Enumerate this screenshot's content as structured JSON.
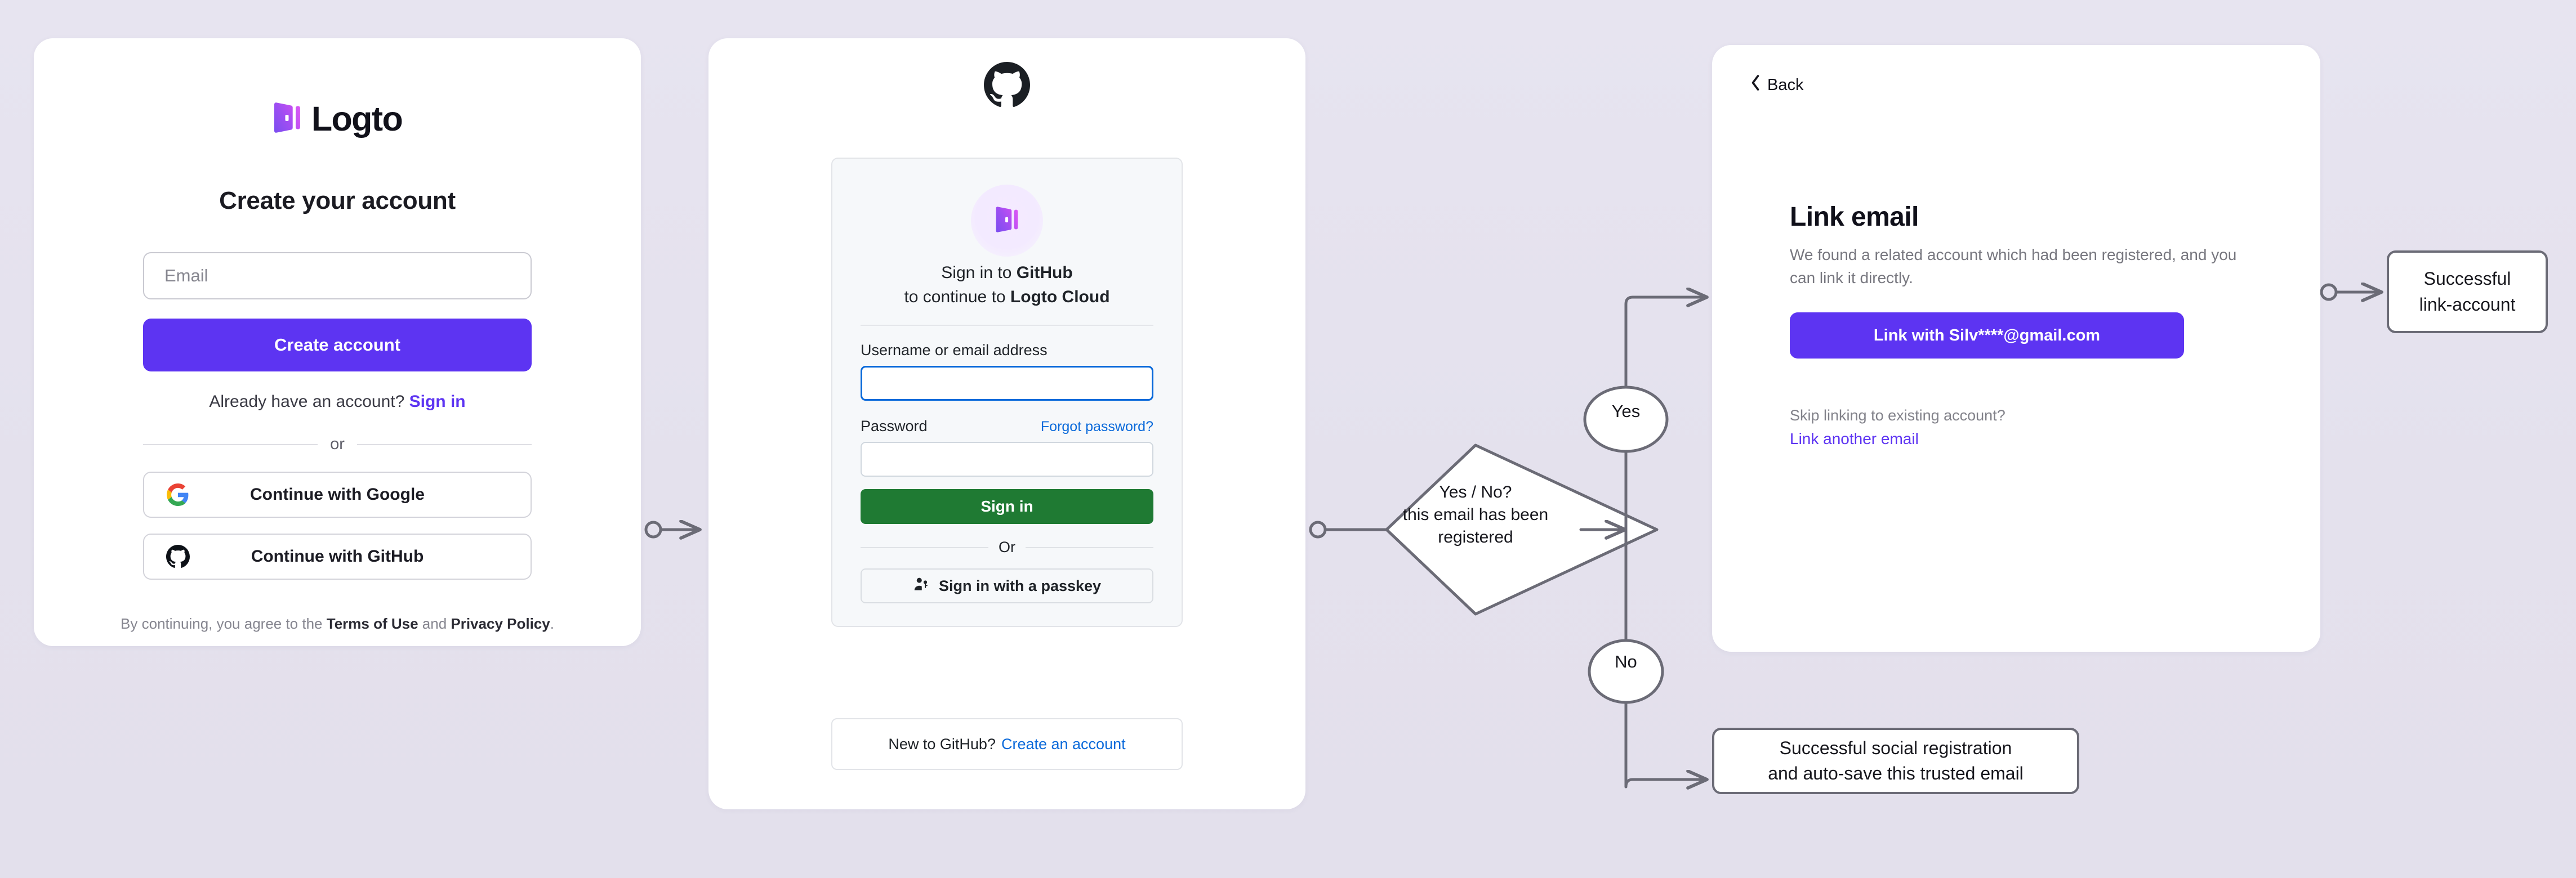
{
  "theme": {
    "background": "#e5e2ee",
    "brand_purple": "#5d34f2",
    "github_green": "#1f7a33",
    "github_blue": "#0969da",
    "flow_stroke": "#6b6b76"
  },
  "signup_card": {
    "brand_name": "Logto",
    "brand_logo_icon": "logto-door-icon",
    "title": "Create your account",
    "email_placeholder": "Email",
    "submit_label": "Create account",
    "already_prefix": "Already have an account?",
    "already_link": "Sign in",
    "divider_label": "or",
    "social_buttons": [
      {
        "icon": "google-icon",
        "label": "Continue with Google"
      },
      {
        "icon": "github-icon",
        "label": "Continue with GitHub"
      }
    ],
    "terms_prefix": "By continuing, you agree to the ",
    "terms_link": "Terms of Use",
    "terms_middle": " and ",
    "privacy_link": "Privacy Policy",
    "terms_suffix": "."
  },
  "github_card": {
    "logo_icon": "github-mark-icon",
    "app_avatar_icon": "logto-door-icon",
    "heading_line1_prefix": "Sign in to ",
    "heading_line1_strong": "GitHub",
    "heading_line2_prefix": "to continue to ",
    "heading_line2_strong": "Logto Cloud",
    "username_label": "Username or email address",
    "username_value": "",
    "password_label": "Password",
    "password_value": "",
    "forgot_label": "Forgot password?",
    "signin_label": "Sign in",
    "or_label": "Or",
    "passkey_icon": "person-key-icon",
    "passkey_label": "Sign in with a passkey",
    "newto_prefix": "New to GitHub?",
    "newto_link": "Create an account"
  },
  "link_card": {
    "back_icon": "chevron-left-icon",
    "back_label": "Back",
    "title": "Link email",
    "description": "We found a related account which had been registered, and you can link it directly.",
    "primary_label": "Link with Silv****@gmail.com",
    "skip_label": "Skip linking to existing account?",
    "another_link": "Link another email"
  },
  "flow": {
    "decision_line1": "Yes / No?",
    "decision_line2": "this email has been",
    "decision_line3": "registered",
    "branch_yes": "Yes",
    "branch_no": "No",
    "outcome_yes_line1": "Successful",
    "outcome_yes_line2": "link-account",
    "outcome_no_line1": "Successful social registration",
    "outcome_no_line2": "and auto-save this trusted email"
  }
}
